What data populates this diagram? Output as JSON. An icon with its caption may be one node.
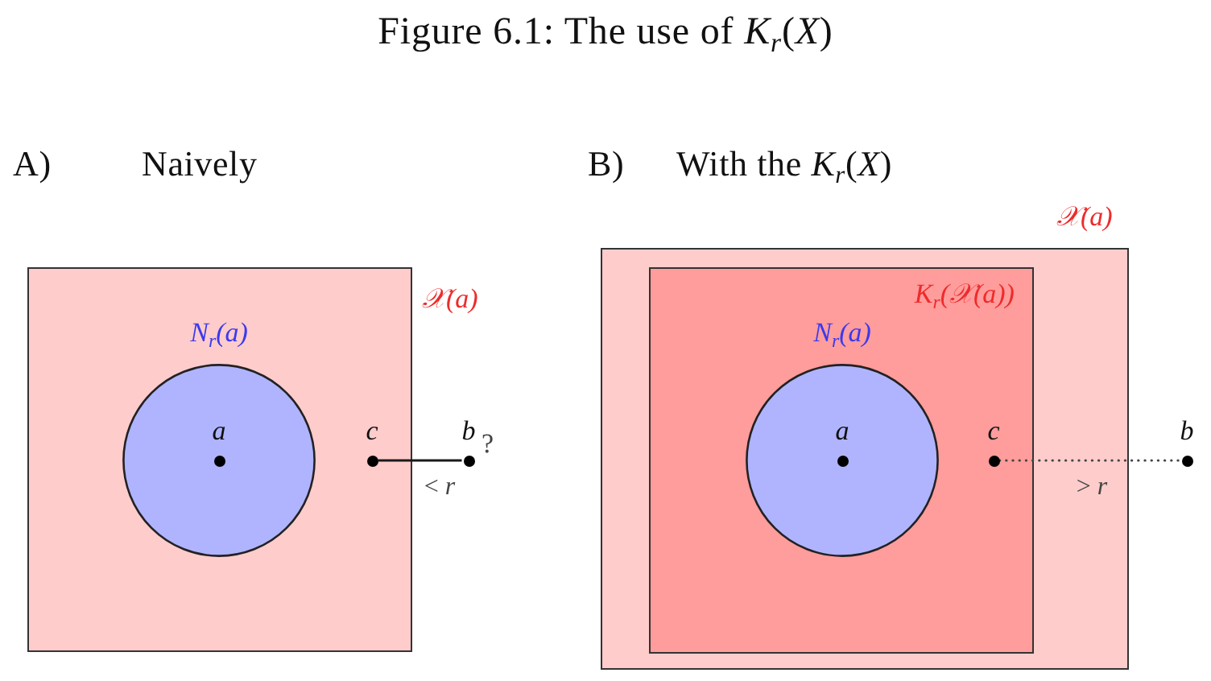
{
  "diagram": {
    "title": "Figure 6.1: The use of *K*$_{r}$(*X*)",
    "nodes": [
      {
        "text": [
          "𝒳(a)"
        ]
      },
      {
        "text": [
          "N$_{r}$(a)"
        ],
        "in": 0
      },
      {
        "text": [
          "a"
        ],
        "in": 1
      },
      {
        "text": [
          "c"
        ],
        "in": 0
      },
      {
        "text": [
          "b"
        ],
        "beside": [
          "?"
        ]
      },
      {
        "text": [
          "𝒳(a)"
        ]
      },
      {
        "text": [
          "K$_{r}$(𝒳(a))"
        ],
        "in": 5
      },
      {
        "text": [
          "N$_{r}$(a)"
        ],
        "in": 6
      },
      {
        "text": [
          "a"
        ],
        "in": 7
      },
      {
        "text": [
          "c"
        ],
        "in": 6
      },
      {
        "text": [
          "b"
        ]
      }
    ],
    "edges": [
      {
        "from": 3,
        "to": 4,
        "arrow": "none",
        "label": "< *r*"
      },
      {
        "from": 9,
        "to": 10,
        "arrow": "none",
        "label": "> *r*",
        "style": "dashed"
      }
    ],
    "labels": [
      "A)",
      "Naively",
      "B)",
      "With the *K*$_{r}$(*X*)"
    ]
  }
}
